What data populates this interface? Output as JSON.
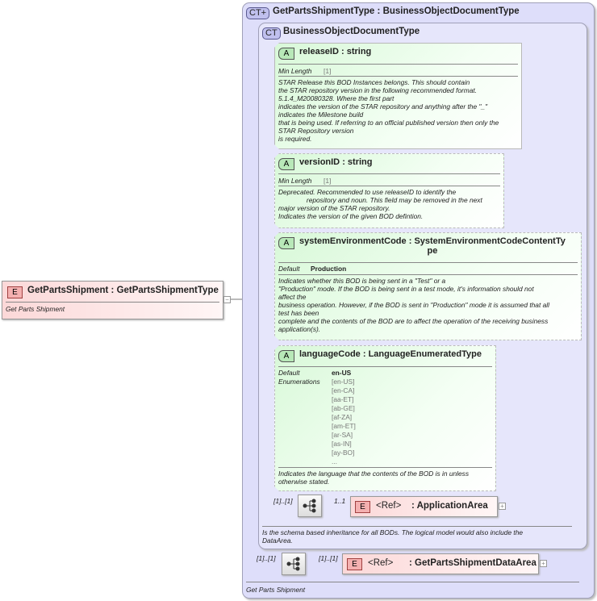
{
  "root_element": {
    "badge": "E",
    "name": "GetPartsShipment",
    "type": "GetPartsShipmentType",
    "doc": "Get Parts Shipment"
  },
  "outer_type": {
    "badge": "CT+",
    "name": "GetPartsShipmentType",
    "base": "BusinessObjectDocumentType",
    "doc": "Get Parts Shipment"
  },
  "inner_type": {
    "badge": "CT",
    "name": "BusinessObjectDocumentType",
    "doc": "Is the schema based inheritance for all BODs. The logical model would also include the\nDataArea."
  },
  "attributes": [
    {
      "badge": "A",
      "name": "releaseID",
      "type": "string",
      "facet_label": "Min Length",
      "facet_value": "[1]",
      "doc": "STAR Release this BOD Instances belongs. This should contain\nthe STAR repository version in the following recommended format.\n5.1.4_M20080328. Where the first part\nindicates the version of the STAR repository and anything after the \"_\"\nindicates the Milestone build\nthat is being used. If referring to an official published version then only the\nSTAR Repository version\nis required."
    },
    {
      "badge": "A",
      "name": "versionID",
      "type": "string",
      "facet_label": "Min Length",
      "facet_value": "[1]",
      "doc": "Deprecated. Recommended to use releaseID to identify the\n               repository and noun. This field may be removed in the next\nmajor version of the STAR repository.\nIndicates the version of the given BOD defintion."
    },
    {
      "badge": "A",
      "name": "systemEnvironmentCode",
      "type": "SystemEnvironmentCodeContentTy\npe",
      "facet_label": "Default",
      "facet_value": "Production",
      "doc": "Indicates whether this BOD is being sent in a \"Test\" or a\n\"Production\" mode. If the BOD is being sent in a test mode, it's information should not\naffect the\nbusiness operation. However, if the BOD is sent in \"Production\" mode it is assumed that all\ntest has been\ncomplete and the contents of the BOD are to affect the operation of the receiving business\napplication(s)."
    },
    {
      "badge": "A",
      "name": "languageCode",
      "type": "LanguageEnumeratedType",
      "facet_label": "Default",
      "facet_value": "en-US",
      "enum_label": "Enumerations",
      "enumerations": "[en-US]\n[en-CA]\n[aa-ET]\n[ab-GE]\n[af-ZA]\n[am-ET]\n[ar-SA]\n[as-IN]\n[ay-BO]\n...",
      "doc": "Indicates the language that the contents of the BOD is in unless\notherwise stated."
    }
  ],
  "inner_sequence": {
    "multiplicity": "[1]..[1]",
    "child_multiplicity": "1..1",
    "child": {
      "badge": "E",
      "ref": "<Ref>",
      "name": ": ApplicationArea"
    }
  },
  "outer_sequence": {
    "multiplicity": "[1]..[1]",
    "child_multiplicity": "[1]..[1]",
    "child": {
      "badge": "E",
      "ref": "<Ref>",
      "name": ": GetPartsShipmentDataArea"
    }
  },
  "colors": {
    "complex_type_bg": "#dedefa",
    "attribute_bg": "#d8f8d8",
    "element_bg": "#fcd8d8"
  }
}
